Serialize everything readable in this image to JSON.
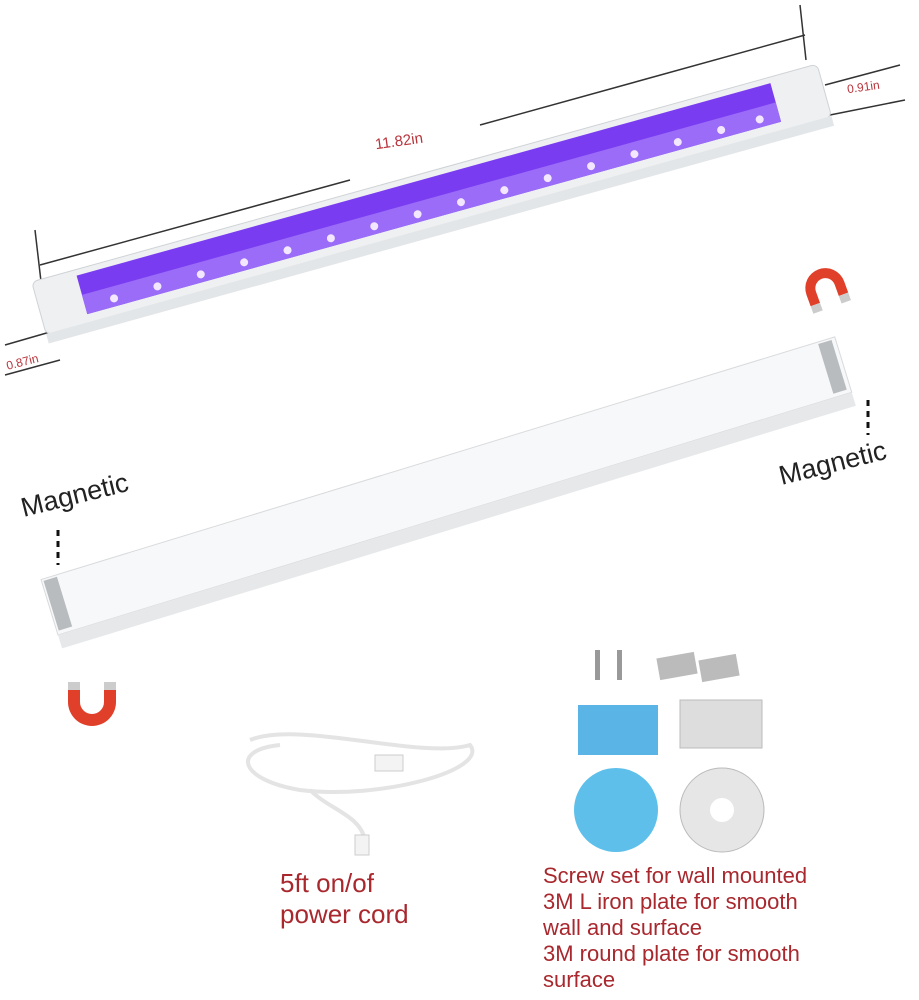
{
  "dimensions": {
    "length": "11.82in",
    "height_right": "0.91in",
    "height_left": "0.87in"
  },
  "labels": {
    "magnetic_left": "Magnetic",
    "magnetic_right": "Magnetic"
  },
  "captions": {
    "cord": [
      "5ft on/of",
      "power cord"
    ],
    "accessories": [
      "Screw set for wall mounted",
      "3M L iron plate for smooth",
      "wall and surface",
      "3M round plate for smooth",
      "surface"
    ]
  },
  "colors": {
    "uv_purple": "#7a3cf0",
    "caption_red": "#a8282e",
    "magnet_red": "#e0402a"
  }
}
